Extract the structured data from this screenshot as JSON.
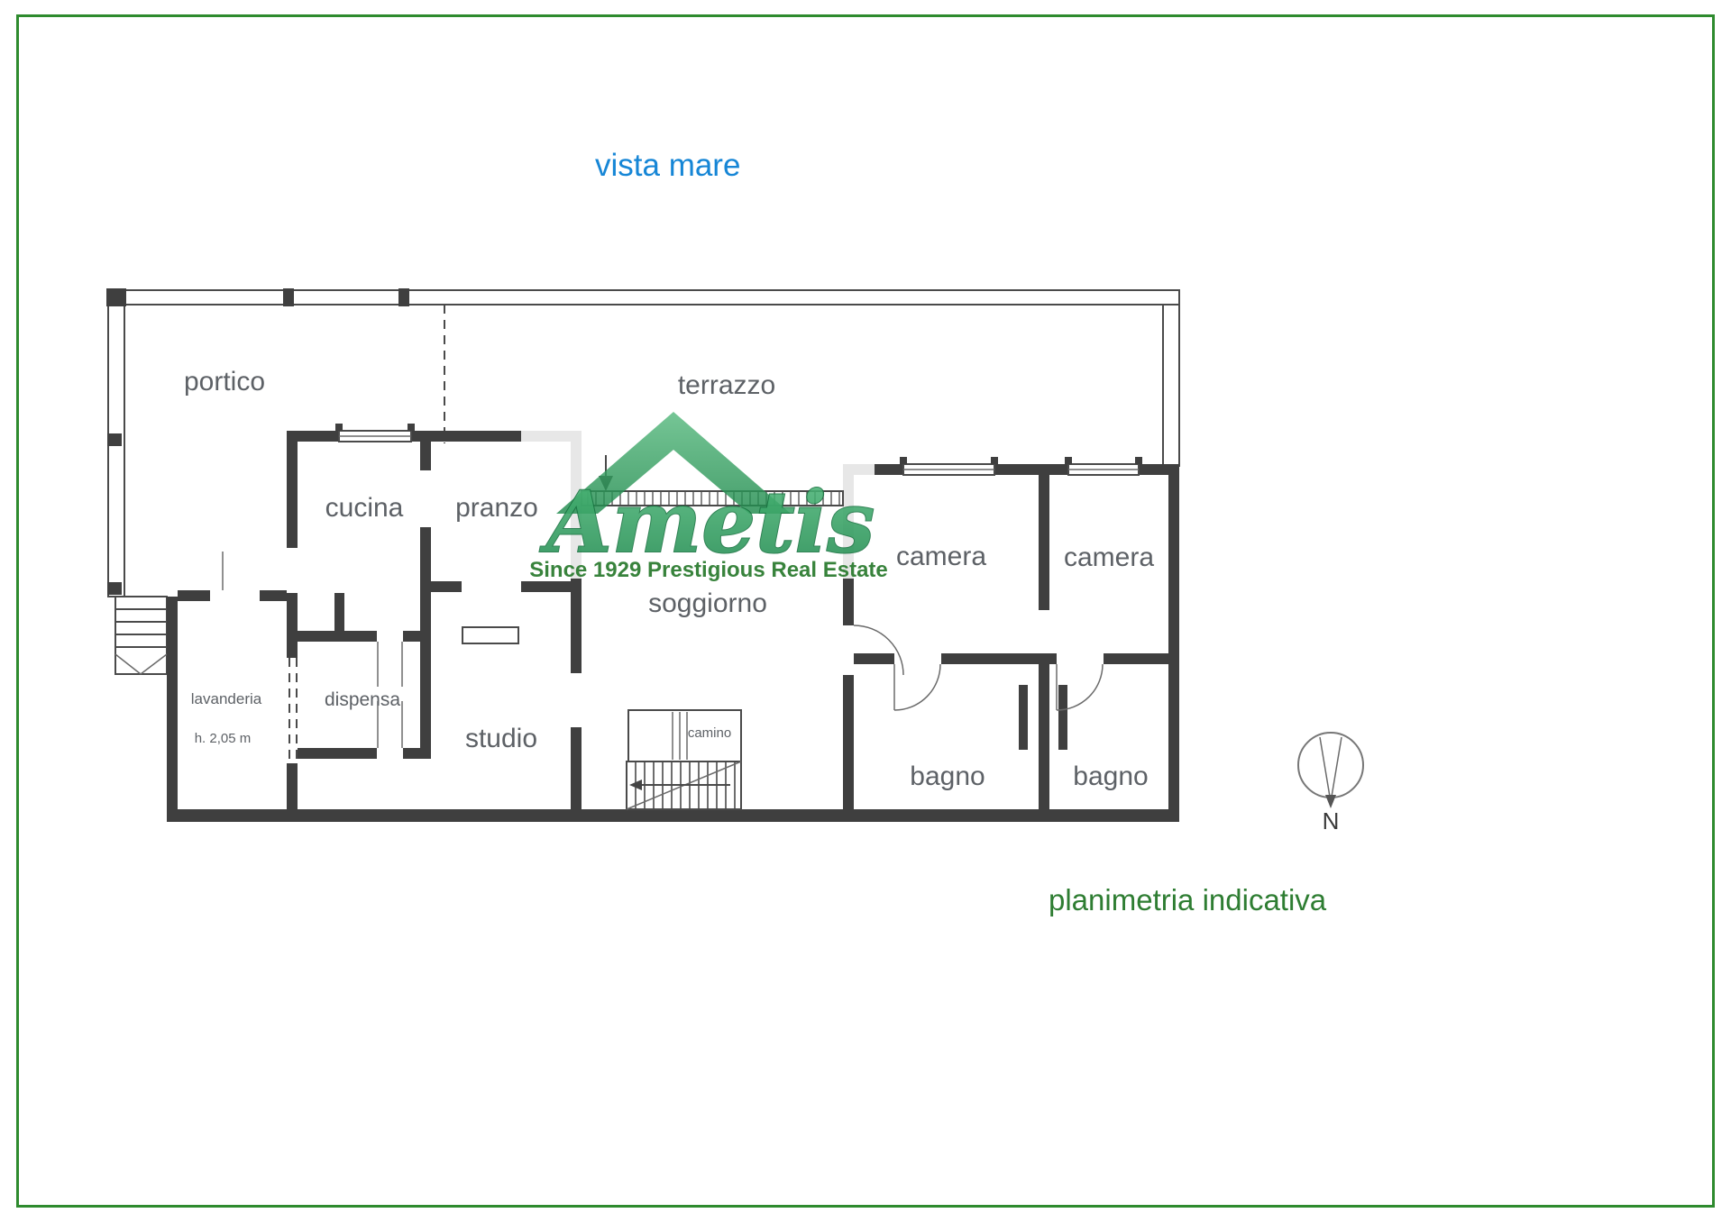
{
  "annotations": {
    "vista_mare": "vista mare",
    "footer": "planimetria indicativa"
  },
  "rooms": {
    "portico": "portico",
    "terrazzo": "terrazzo",
    "cucina": "cucina",
    "pranzo": "pranzo",
    "soggiorno": "soggiorno",
    "studio": "studio",
    "camera_left": "camera",
    "camera_right": "camera",
    "bagno_left": "bagno",
    "bagno_right": "bagno",
    "lavanderia": "lavanderia",
    "dispensa": "dispensa",
    "camino": "camino",
    "height_note": "h. 2,05 m"
  },
  "watermark": {
    "brand": "Ametis",
    "tagline": "Since 1929 Prestigious Real Estate",
    "brand_color": "#35a161",
    "tagline_color": "#2e7d32"
  },
  "compass": {
    "north_label": "N"
  },
  "colors": {
    "frame_green": "#2e8b2e",
    "vista_blue": "#1686d6",
    "footer_green": "#2e7d32",
    "wall_gray": "#3f3f3f",
    "label_gray": "#5d6166"
  }
}
